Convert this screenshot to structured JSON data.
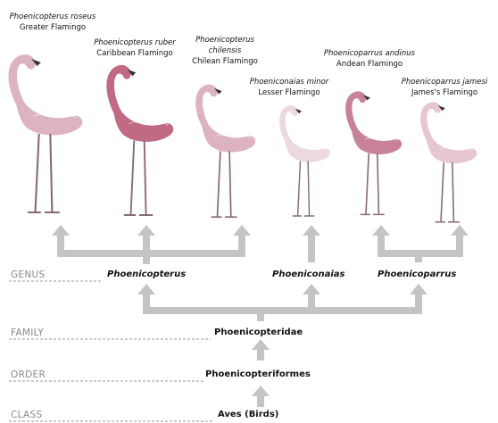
{
  "species": [
    {
      "scientific": "Phoenicopterus roseus",
      "common": "Greater Flamingo",
      "color": "#c98fa5"
    },
    {
      "scientific": "Phoenicopterus ruber",
      "common": "Caribbean Flamingo",
      "color": "#b5506f"
    },
    {
      "scientific": "Phoenicopterus chilensis",
      "common": "Chilean Flamingo",
      "color": "#c98fa5"
    },
    {
      "scientific": "Phoeniconaias minor",
      "common": "Lesser Flamingo",
      "color": "#d7a6b7"
    },
    {
      "scientific": "Phoenicoparrus andinus",
      "common": "Andean Flamingo",
      "color": "#bd6c88"
    },
    {
      "scientific": "Phoenicoparrus jamesi",
      "common": "James's Flamingo",
      "color": "#c98fa5"
    }
  ],
  "ranks": {
    "genus": {
      "label": "GENUS",
      "values": [
        "Phoenicopterus",
        "Phoeniconaias",
        "Phoenicoparrus"
      ]
    },
    "family": {
      "label": "FAMILY",
      "value": "Phoenicopteridae"
    },
    "order": {
      "label": "ORDER",
      "value": "Phoenicopteriformes"
    },
    "class": {
      "label": "CLASS",
      "value": "Aves (Birds)"
    }
  },
  "colors": {
    "arrow": "#c4c4c4",
    "dashed_line": "#9a9a9a"
  }
}
